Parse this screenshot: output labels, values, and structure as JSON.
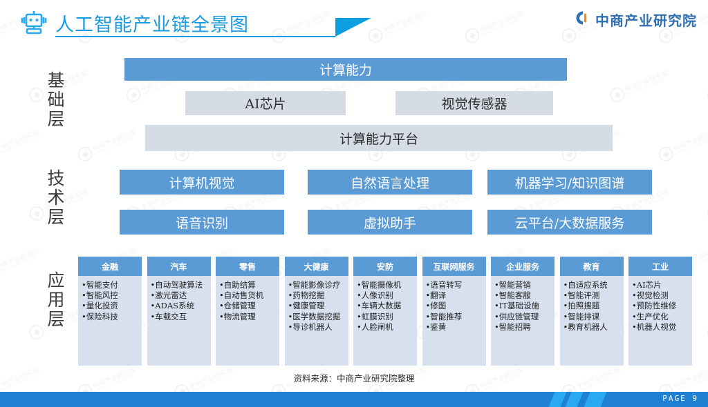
{
  "header": {
    "title": "人工智能产业链全景图",
    "robot_icon": "robot-head-icon",
    "brand_icon": "askci-logo-icon",
    "brand_text": "中商产业研究院",
    "accent_color": "#1a9ae0"
  },
  "colors": {
    "primary_blue": "#5b9bd5",
    "light_gray_blue": "#d6dce5",
    "app_body_blue": "#d6e0ef",
    "bar_blue": "#1f7fd0",
    "stripe_blue": "#29a9f2"
  },
  "layers": [
    {
      "label": "基础层"
    },
    {
      "label": "技术层"
    },
    {
      "label": "应用层"
    }
  ],
  "foundation": {
    "row1": [
      {
        "label": "计算能力",
        "style": "blue"
      }
    ],
    "row2": [
      {
        "label": "AI芯片",
        "style": "gray"
      },
      {
        "label": "视觉传感器",
        "style": "gray"
      }
    ],
    "row3": [
      {
        "label": "计算能力平台",
        "style": "gray"
      }
    ]
  },
  "technology": {
    "row1": [
      {
        "label": "计算机视觉",
        "style": "blue"
      },
      {
        "label": "自然语言处理",
        "style": "blue"
      },
      {
        "label": "机器学习/知识图谱",
        "style": "blue"
      }
    ],
    "row2": [
      {
        "label": "语音识别",
        "style": "blue"
      },
      {
        "label": "虚拟助手",
        "style": "blue"
      },
      {
        "label": "云平台/大数据服务",
        "style": "blue"
      }
    ]
  },
  "application": {
    "columns": [
      {
        "title": "金融",
        "items": [
          "智能支付",
          "智能风控",
          "量化投资",
          "保险科技"
        ]
      },
      {
        "title": "汽车",
        "items": [
          "自动驾驶算法",
          "激光雷达",
          "ADAS系统",
          "车载交互"
        ]
      },
      {
        "title": "零售",
        "items": [
          "自助结算",
          "自动售货机",
          "仓储管理",
          "物流管理"
        ]
      },
      {
        "title": "大健康",
        "items": [
          "智能影像诊疗",
          "药物挖掘",
          "健康管理",
          "医学数据挖掘",
          "导诊机器人"
        ]
      },
      {
        "title": "安防",
        "items": [
          "智能摄像机",
          "人像识别",
          "车辆大数据",
          "虹膜识别",
          "人脸闸机"
        ]
      },
      {
        "title": "互联网服务",
        "items": [
          "语音转写",
          "翻译",
          "修图",
          "智能推荐",
          "鉴黄"
        ]
      },
      {
        "title": "企业服务",
        "items": [
          "智能营销",
          "智能客服",
          "IT基础设施",
          "供应链管理",
          "智能招聘"
        ]
      },
      {
        "title": "教育",
        "items": [
          "自适应系统",
          "智能评测",
          "拍照搜题",
          "智能排课",
          "教育机器人"
        ]
      },
      {
        "title": "工业",
        "items": [
          "AI芯片",
          "视觉检测",
          "预防性维修",
          "生产优化",
          "机器人视觉"
        ]
      }
    ]
  },
  "footer": {
    "source": "资料来源：中商产业研究院整理",
    "page_label": "PAGE  9"
  },
  "watermark": {
    "line1": "中商产业研究院",
    "line2": "www.askci.com/reports"
  }
}
